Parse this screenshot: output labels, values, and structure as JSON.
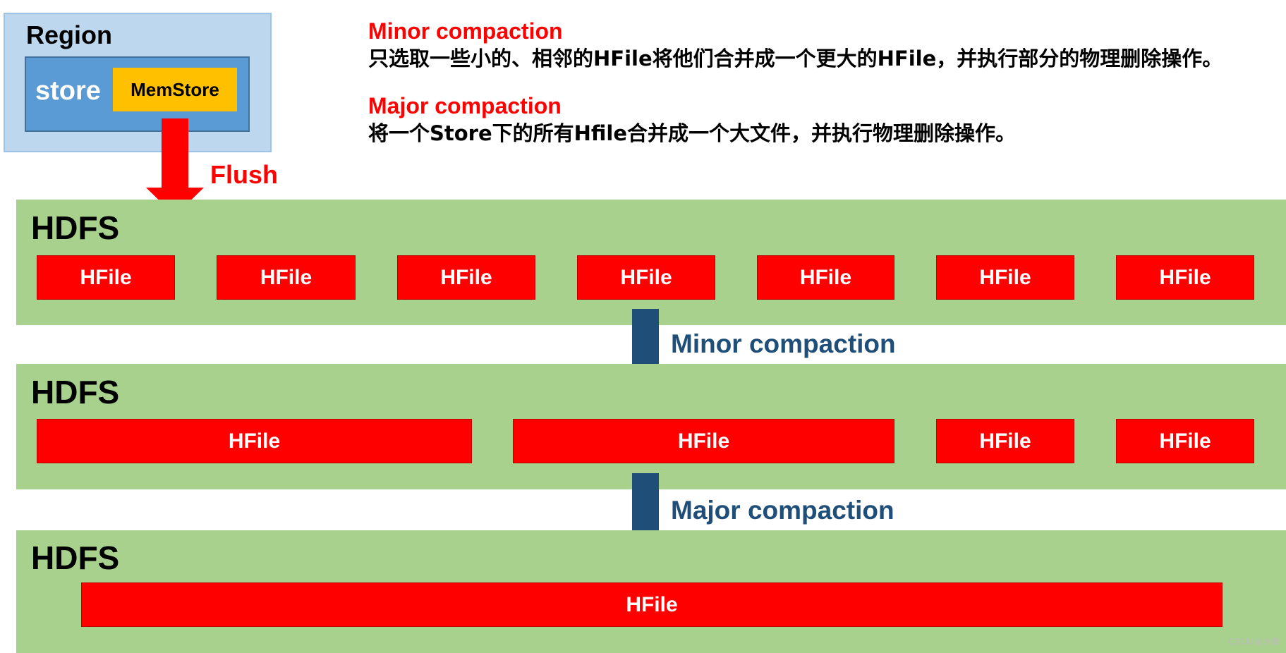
{
  "region": {
    "title": "Region",
    "store_label": "store",
    "memstore_label": "MemStore"
  },
  "flush_label": "Flush",
  "descriptions": {
    "minor_title": "Minor compaction",
    "minor_text": "只选取一些小的、相邻的HFile将他们合并成一个更大的HFile，并执行部分的物理删除操作。",
    "major_title": "Major compaction",
    "major_text": "将一个Store下的所有Hfile合并成一个大文件，并执行物理删除操作。"
  },
  "hdfs_levels": [
    {
      "label": "HDFS",
      "files": [
        "HFile",
        "HFile",
        "HFile",
        "HFile",
        "HFile",
        "HFile",
        "HFile"
      ]
    },
    {
      "label": "HDFS",
      "files": [
        "HFile",
        "HFile",
        "HFile",
        "HFile"
      ]
    },
    {
      "label": "HDFS",
      "files": [
        "HFile"
      ]
    }
  ],
  "arrows": {
    "minor_label": "Minor compaction",
    "major_label": "Major compaction"
  },
  "colors": {
    "region_bg": "#bdd7ee",
    "store_bg": "#5b9bd5",
    "memstore_bg": "#ffc000",
    "hdfs_bg": "#a9d18e",
    "hfile_bg": "#ff0000",
    "flush_arrow": "#ff0000",
    "compaction_arrow": "#1f4e79"
  },
  "watermark": "CSDN @大象"
}
